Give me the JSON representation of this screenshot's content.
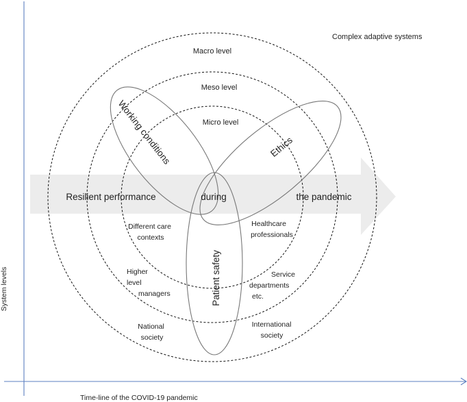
{
  "corner_label": "Complex adaptive systems",
  "levels": {
    "macro": "Macro level",
    "meso": "Meso level",
    "micro": "Micro level"
  },
  "petals": {
    "working_conditions": "Working conditions",
    "ethics": "Ethics",
    "patient_safety": "Patient safety"
  },
  "arrow": {
    "left": "Resilient performance",
    "center": "during",
    "right": "the pandemic"
  },
  "actors": {
    "care_contexts": [
      "Different care",
      "contexts"
    ],
    "higher_managers": [
      "Higher",
      "level",
      "managers"
    ],
    "national_society": [
      "National",
      "society"
    ],
    "healthcare_professionals": [
      "Healthcare",
      "professionals"
    ],
    "service_departments": [
      "Service",
      "departments",
      "etc."
    ],
    "international_society": [
      "International",
      "society"
    ]
  },
  "axes": {
    "y_label": "System levels",
    "x_label": "Time-line of the COVID-19 pandemic"
  },
  "colors": {
    "axis": "#5b7fc0",
    "arrow_fill": "#ececec",
    "ring_stroke": "#111111",
    "petal_stroke": "#777777"
  }
}
